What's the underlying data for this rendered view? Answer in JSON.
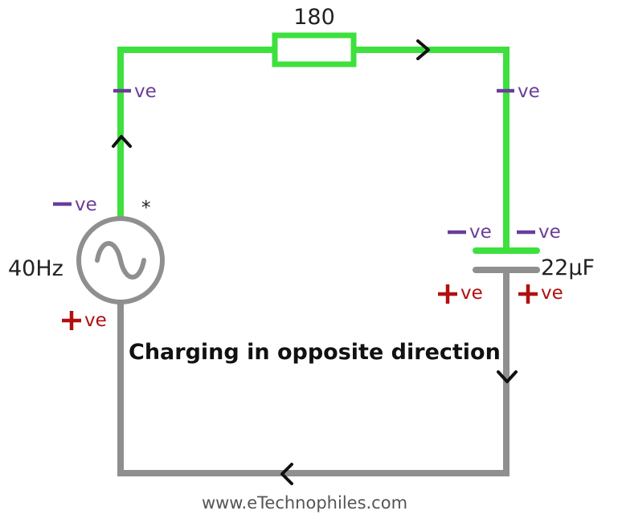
{
  "diagram": {
    "resistor_label": "180",
    "source_label": "40Hz",
    "capacitor_label": "22µF",
    "caption": "Charging in opposite direction",
    "source_marker": "*",
    "watermark": "www.eTechnophiles.com"
  },
  "polarity": {
    "negative_text": "ve",
    "positive_text": "ve"
  },
  "colors": {
    "active_wire": "#3ee03e",
    "inactive_wire": "#8f8f8f",
    "negative_sign": "#6a3d9a",
    "positive_sign": "#b01010",
    "label_text": "#222222",
    "arrow": "#111111",
    "watermark": "#555555"
  }
}
